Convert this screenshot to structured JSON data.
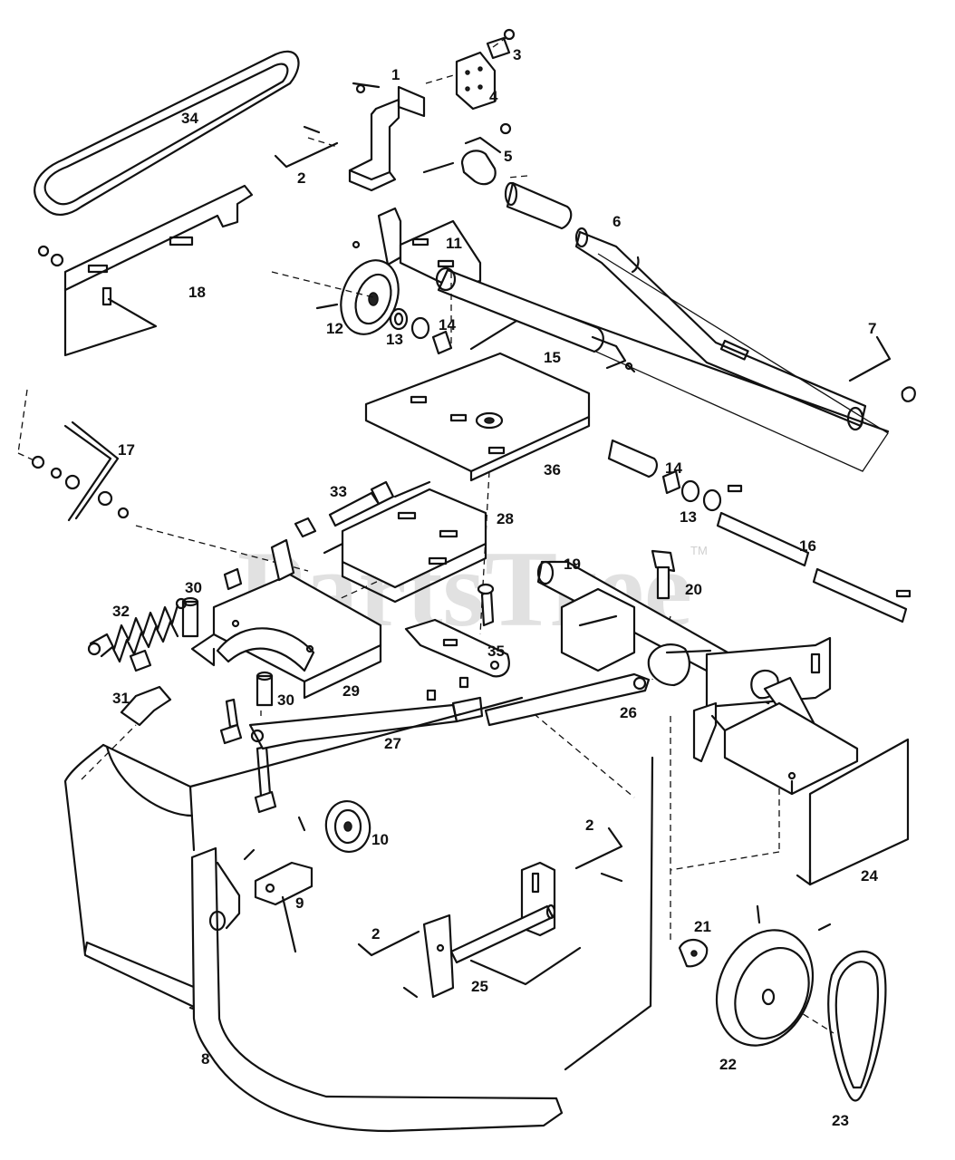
{
  "watermark": {
    "text": "PartsTree",
    "trademark": "TM"
  },
  "callouts": [
    {
      "id": "c1",
      "label": "1"
    },
    {
      "id": "c2a",
      "label": "2"
    },
    {
      "id": "c3",
      "label": "3"
    },
    {
      "id": "c4",
      "label": "4"
    },
    {
      "id": "c5",
      "label": "5"
    },
    {
      "id": "c6",
      "label": "6"
    },
    {
      "id": "c7",
      "label": "7"
    },
    {
      "id": "c8",
      "label": "8"
    },
    {
      "id": "c9",
      "label": "9"
    },
    {
      "id": "c10",
      "label": "10"
    },
    {
      "id": "c11",
      "label": "11"
    },
    {
      "id": "c12",
      "label": "12"
    },
    {
      "id": "c13a",
      "label": "13"
    },
    {
      "id": "c13b",
      "label": "13"
    },
    {
      "id": "c14a",
      "label": "14"
    },
    {
      "id": "c14b",
      "label": "14"
    },
    {
      "id": "c15",
      "label": "15"
    },
    {
      "id": "c16",
      "label": "16"
    },
    {
      "id": "c17",
      "label": "17"
    },
    {
      "id": "c18",
      "label": "18"
    },
    {
      "id": "c19",
      "label": "19"
    },
    {
      "id": "c20",
      "label": "20"
    },
    {
      "id": "c21",
      "label": "21"
    },
    {
      "id": "c22",
      "label": "22"
    },
    {
      "id": "c23",
      "label": "23"
    },
    {
      "id": "c24",
      "label": "24"
    },
    {
      "id": "c25",
      "label": "25"
    },
    {
      "id": "c26",
      "label": "26"
    },
    {
      "id": "c27",
      "label": "27"
    },
    {
      "id": "c28",
      "label": "28"
    },
    {
      "id": "c29",
      "label": "29"
    },
    {
      "id": "c30a",
      "label": "30"
    },
    {
      "id": "c30b",
      "label": "30"
    },
    {
      "id": "c31",
      "label": "31"
    },
    {
      "id": "c32",
      "label": "32"
    },
    {
      "id": "c33",
      "label": "33"
    },
    {
      "id": "c34",
      "label": "34"
    },
    {
      "id": "c35",
      "label": "35"
    },
    {
      "id": "c36",
      "label": "36"
    },
    {
      "id": "c2b",
      "label": "2"
    },
    {
      "id": "c2c",
      "label": "2"
    }
  ]
}
